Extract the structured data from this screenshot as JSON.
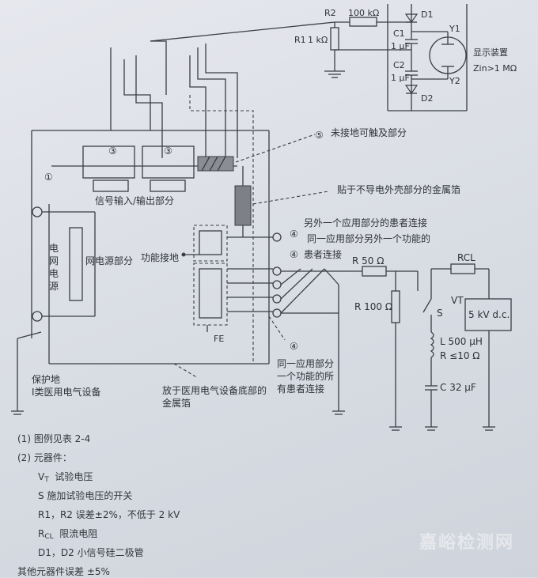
{
  "labels": {
    "r2": "R2",
    "r2_val": "100 kΩ",
    "r1": "R1",
    "r1_val": "1 kΩ",
    "d1": "D1",
    "d2": "D2",
    "c1": "C1",
    "c1_val": "1 μF",
    "c2": "C2",
    "c2_val": "1 μF",
    "y1": "Y1",
    "y2": "Y2",
    "display_device": "显示装置",
    "zin": "Zin>1 MΩ",
    "accessible_part": "未接地可触及部分",
    "foil_label": "贴于不导电外壳部分的金属箔",
    "signal_io": "信号输入/输出部分",
    "other_applied_part": "另外一个应用部分的患者连接",
    "same_part_other_func_1": "同一应用部分另外一个功能的",
    "same_part_other_func_2": "患者连接",
    "functional_earth": "功能接地",
    "mains_1": "电",
    "mains_2": "网",
    "mains_3": "电",
    "mains_4": "源",
    "mains_part": "网电源部分",
    "fe": "FE",
    "r_50": "R  50 Ω",
    "r_100": "R  100 Ω",
    "rcl": "RCL",
    "vt_box": "5 kV d.c.",
    "vt": "VT",
    "s": "S",
    "l_val": "L  500 μH",
    "r_le10": "R ≤10 Ω",
    "c_32": "C 32 μF",
    "protective_earth": "保护地",
    "class1": "Ⅰ类医用电气设备",
    "same_part_all_1": "同一应用部分",
    "same_part_all_2": "一个功能的所",
    "same_part_all_3": "有患者连接",
    "bottom_foil_1": "放于医用电气设备底部的",
    "bottom_foil_2": "金属箔",
    "n1": "①",
    "n3": "③",
    "n4": "④",
    "n5": "⑤"
  },
  "notes": {
    "n1": "(1) 图例见表 2-4",
    "n2": "(2) 元器件：",
    "vt_label": "V",
    "vt_sub": "T",
    "vt_desc": "试验电压",
    "s_desc": "S  施加试验电压的开关",
    "r1r2": "R1，R2  误差±2%，不低于 2 kV",
    "rcl_label": "R",
    "rcl_sub": "CL",
    "rcl_desc": "限流电阻",
    "d1d2": "D1，D2  小信号硅二极管",
    "other": "其他元器件误差  ±5%"
  },
  "watermark": "嘉峪检测网"
}
